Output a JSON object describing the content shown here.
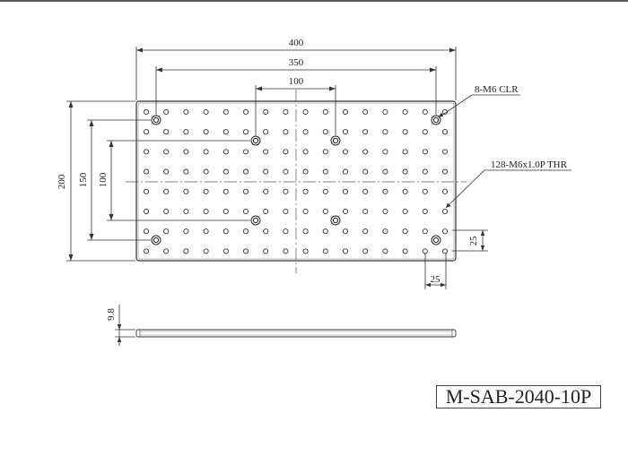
{
  "drawing": {
    "dimensions": {
      "overall_width": "400",
      "outer_hole_spacing": "350",
      "inner_hole_spacing": "100",
      "overall_height": "200",
      "outer_vertical_spacing": "150",
      "inner_vertical_spacing": "100",
      "hole_pitch_vertical": "25",
      "hole_pitch_horizontal": "25",
      "thickness": "9.8"
    },
    "callouts": {
      "mounting_holes": "8-M6 CLR",
      "threaded_holes": "128-M6x1.0P THR"
    },
    "part_number": "M-SAB-2040-10P",
    "hole_grid": {
      "columns": 16,
      "rows": 8
    },
    "colors": {
      "line": "#333333",
      "background": "#ffffff"
    }
  }
}
